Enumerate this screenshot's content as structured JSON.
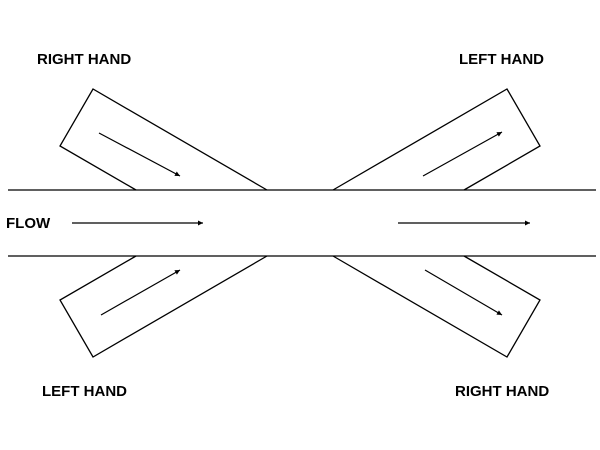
{
  "labels": {
    "top_left": "RIGHT HAND",
    "top_right": "LEFT HAND",
    "flow": "FLOW",
    "bottom_left": "LEFT HAND",
    "bottom_right": "RIGHT HAND"
  },
  "colors": {
    "line": "#000000",
    "background": "#ffffff"
  }
}
